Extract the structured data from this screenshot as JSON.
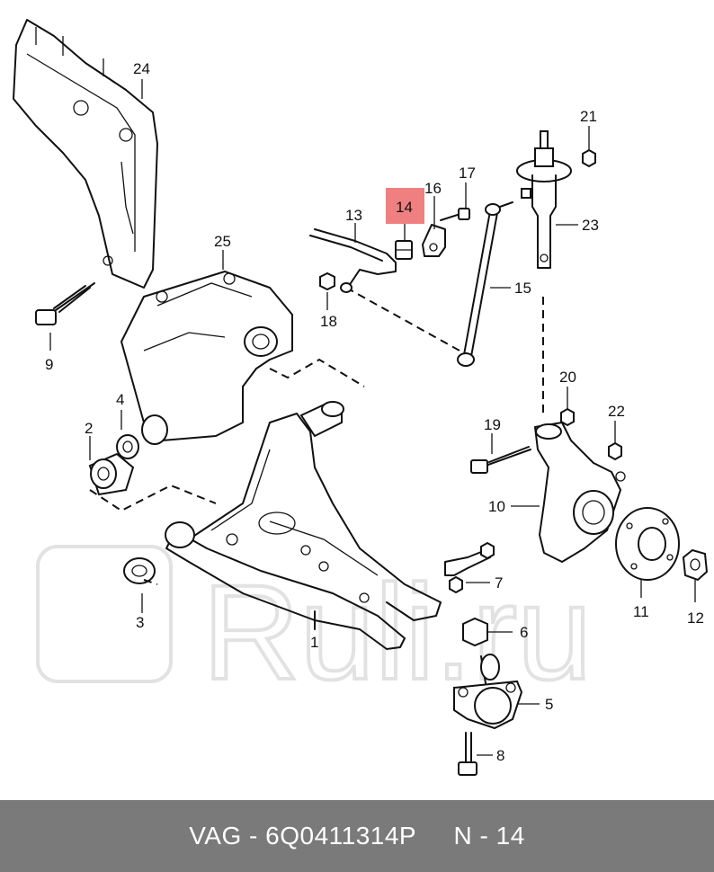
{
  "diagram": {
    "highlight_color": "#f08080",
    "labels": {
      "l1": "1",
      "l2": "2",
      "l3": "3",
      "l4": "4",
      "l5": "5",
      "l6": "6",
      "l7": "7",
      "l8": "8",
      "l9": "9",
      "l10": "10",
      "l11": "11",
      "l12": "12",
      "l13": "13",
      "l14": "14",
      "l15": "15",
      "l16": "16",
      "l17": "17",
      "l18": "18",
      "l19": "19",
      "l20": "20",
      "l21": "21",
      "l22": "22",
      "l23": "23",
      "l24": "24",
      "l25": "25"
    },
    "watermark": "Ruli.ru"
  },
  "footer": {
    "brand": "VAG",
    "part_number": "6Q0411314P",
    "position": "N - 14"
  }
}
